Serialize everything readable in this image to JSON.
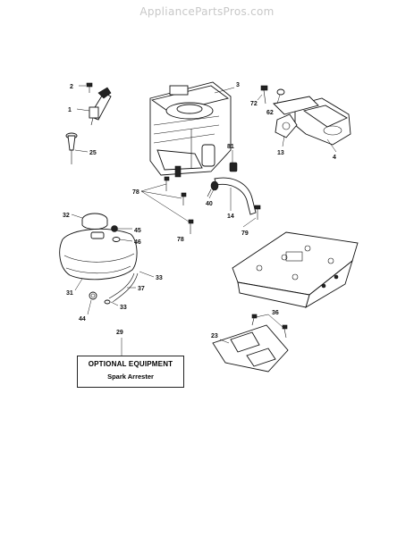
{
  "header": {
    "site": "AppliancePartsPros.com"
  },
  "callouts": [
    "1",
    "2",
    "3",
    "4",
    "13",
    "14",
    "23",
    "25",
    "29",
    "31",
    "32",
    "33",
    "33",
    "36",
    "37",
    "40",
    "44",
    "45",
    "46",
    "62",
    "72",
    "78",
    "78",
    "79",
    "81"
  ],
  "optional_equipment": {
    "title": "OPTIONAL EQUIPMENT",
    "item": "Spark Arrester"
  }
}
